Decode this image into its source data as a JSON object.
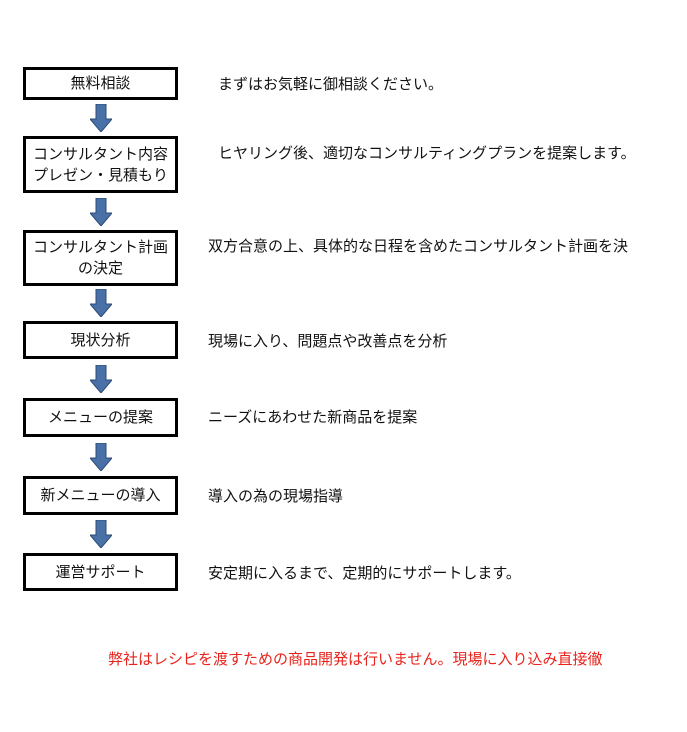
{
  "steps": [
    {
      "lines": [
        "無料相談"
      ],
      "description": "まずはお気軽に御相談ください。"
    },
    {
      "lines": [
        "コンサルタント内容",
        "プレゼン・見積もり"
      ],
      "description": "ヒヤリング後、適切なコンサルティングプランを提案します。"
    },
    {
      "lines": [
        "コンサルタント計画",
        "の決定"
      ],
      "description": "双方合意の上、具体的な日程を含めたコンサルタント計画を決"
    },
    {
      "lines": [
        "現状分析"
      ],
      "description": "現場に入り、問題点や改善点を分析"
    },
    {
      "lines": [
        "メニューの提案"
      ],
      "description": "ニーズにあわせた新商品を提案"
    },
    {
      "lines": [
        "新メニューの導入"
      ],
      "description": "導入の為の現場指導"
    },
    {
      "lines": [
        "運営サポート"
      ],
      "description": "安定期に入るまで、定期的にサポートします。"
    }
  ],
  "note": "弊社はレシピを渡すための商品開発は行いません。現場に入り込み直接徹",
  "colors": {
    "arrow_fill": "#4a71a7",
    "arrow_stroke": "#2c4a78",
    "note_text": "#e8231b",
    "box_border": "#000000"
  }
}
